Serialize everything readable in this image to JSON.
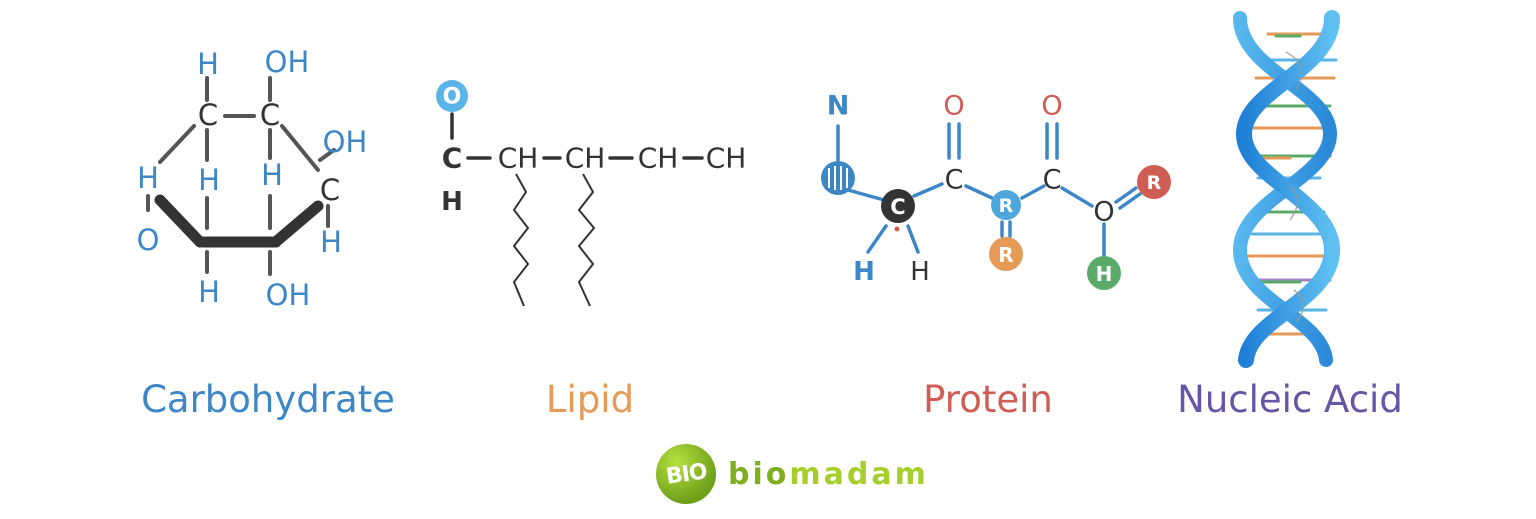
{
  "colors": {
    "carbohydrate": "#3d87c6",
    "lipid": "#e59a56",
    "protein": "#d05d54",
    "nucleic_acid": "#6655a6",
    "atom_blue": "#3d87c6",
    "dark": "#333333",
    "brand_green": "#7fae1f"
  },
  "labels": {
    "carbohydrate": "Carbohydrate",
    "lipid": "Lipid",
    "protein": "Protein",
    "nucleic_acid": "Nucleic Acid"
  },
  "carbohydrate_atoms": {
    "h_top_left": "H",
    "oh_top_right": "OH",
    "c_top_left": "C",
    "c_top_right": "C",
    "oh_right": "OH",
    "h_left": "H",
    "c_right": "C",
    "h_inner_left": "H",
    "h_inner_right": "H",
    "o_ring": "O",
    "h_right": "H",
    "h_bottom_left": "H",
    "oh_bottom_right": "OH"
  },
  "lipid_atoms": {
    "o": "O",
    "c": "C",
    "h": "H",
    "chain": [
      "CH",
      "CH",
      "CH",
      "CH"
    ]
  },
  "protein_atoms": {
    "n": "N",
    "c_center": "C",
    "c_mid": "C",
    "r_mid": "R",
    "c_right": "C",
    "o_top_1": "O",
    "o_top_2": "O",
    "r_bottom": "R",
    "o_right": "O",
    "r_right": "R",
    "h_right": "H",
    "h_left": "H",
    "h_left2": "H"
  },
  "brand": {
    "badge": "BIO",
    "part1": "bio",
    "part2": "madam"
  }
}
